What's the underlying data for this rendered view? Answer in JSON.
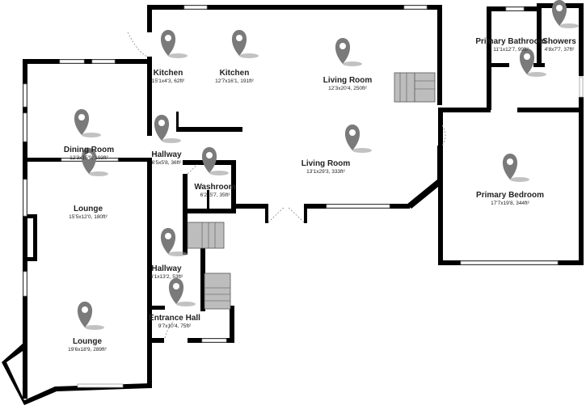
{
  "colors": {
    "wall": "#000000",
    "pin": "#7a7a7a",
    "stairs": "#bdbdbd"
  },
  "pin_icon": "map-marker",
  "rooms": [
    {
      "name": "Kitchen",
      "dims": "15'1x4'3, 62ft²"
    },
    {
      "name": "Kitchen",
      "dims": "12'7x16'1, 191ft²"
    },
    {
      "name": "Living Room",
      "dims": "12'3x20'4, 250ft²"
    },
    {
      "name": "Dining Room",
      "dims": "12'3x15'9, 193ft²"
    },
    {
      "name": "Hallway",
      "dims": "6'5x5'8, 36ft²"
    },
    {
      "name": "Washroom",
      "dims": "6'2x5'7, 35ft²"
    },
    {
      "name": "Living Room",
      "dims": "13'1x29'3, 333ft²"
    },
    {
      "name": "Lounge",
      "dims": "15'5x12'0, 180ft²"
    },
    {
      "name": "Hallway",
      "dims": "6'1x13'2, 53ft²"
    },
    {
      "name": "Entrance Hall",
      "dims": "9'7x10'4, 75ft²"
    },
    {
      "name": "Lounge",
      "dims": "19'6x18'9, 289ft²"
    },
    {
      "name": "Primary Bathroom",
      "dims": "11'1x12'7, 99ft²"
    },
    {
      "name": "Showers",
      "dims": "4'8x7'7, 37ft²"
    },
    {
      "name": "Primary Bedroom",
      "dims": "17'7x19'8, 344ft²"
    }
  ]
}
